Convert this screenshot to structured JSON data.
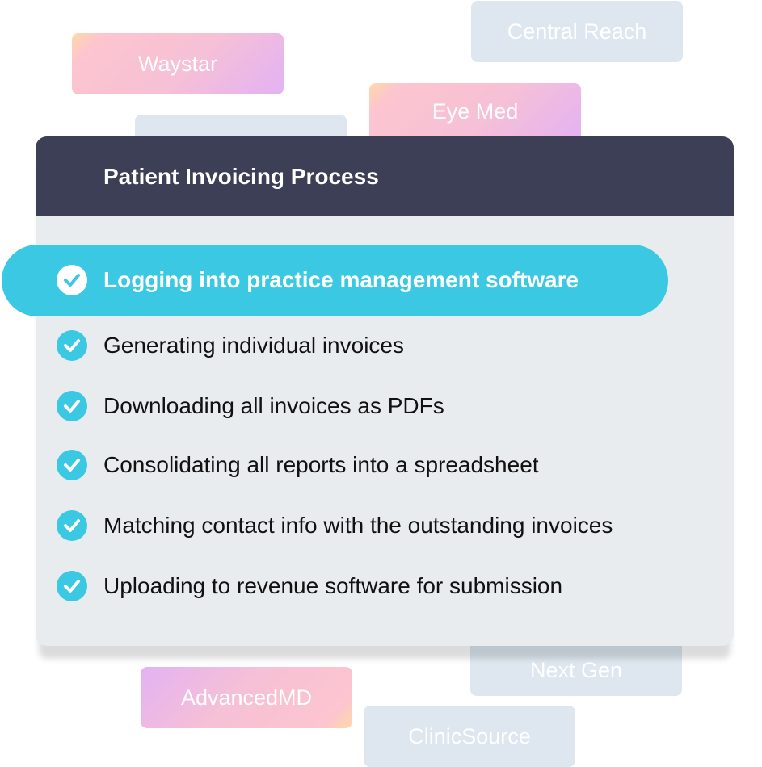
{
  "tags": {
    "waystar": "Waystar",
    "central_reach": "Central Reach",
    "eye_med": "Eye Med",
    "next_gen": "Next Gen",
    "advancedmd": "AdvancedMD",
    "clinicsource": "ClinicSource"
  },
  "card": {
    "title": "Patient Invoicing Process",
    "highlighted_step": "Logging into practice management software",
    "steps": [
      "Generating individual invoices",
      "Downloading all invoices as PDFs",
      "Consolidating all reports into a spreadsheet",
      "Matching contact info with the outstanding invoices",
      "Uploading to revenue software for submission"
    ]
  },
  "colors": {
    "accent": "#3ac8e2",
    "header": "#3c3f55",
    "card_bg": "#e9ecef"
  }
}
